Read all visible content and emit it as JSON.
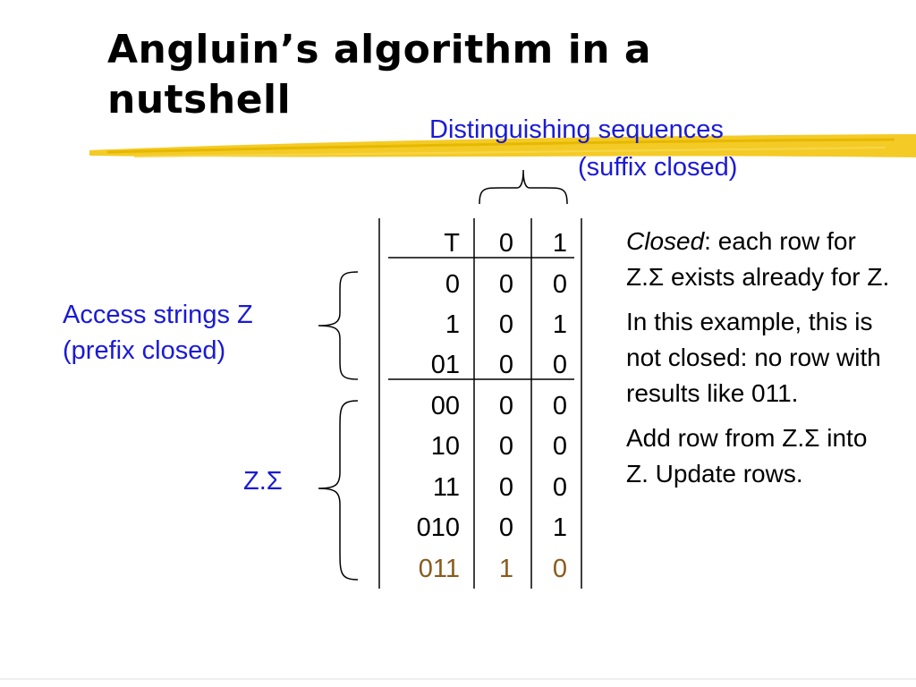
{
  "title": {
    "line1": "Angluin’s algorithm in a",
    "line2": "nutshell"
  },
  "dist_label": {
    "line1": "Distinguishing sequences",
    "line2": "(suffix closed)"
  },
  "access_label": {
    "line1": "Access strings Z",
    "line2": "(prefix closed)"
  },
  "zsigma_label": "Z.Σ",
  "table": {
    "header": [
      "T",
      "0",
      "1"
    ],
    "rows": [
      [
        "0",
        "0",
        "0"
      ],
      [
        "1",
        "0",
        "1"
      ],
      [
        "01",
        "0",
        "0"
      ],
      [
        "00",
        "0",
        "0"
      ],
      [
        "10",
        "0",
        "0"
      ],
      [
        "11",
        "0",
        "0"
      ],
      [
        "010",
        "0",
        "1"
      ],
      [
        "011",
        "1",
        "0"
      ]
    ]
  },
  "notes": {
    "p1_italic": "Closed",
    "p1_rest": ": each row for Z.Σ exists already for Z.",
    "p2": "In this example, this is not closed: no row with results like 011.",
    "p3": "Add row from Z.Σ into Z. Update rows."
  },
  "colors": {
    "blue_text": "#1a1ad6",
    "highlight_row": "#8a5a1e",
    "highlighter": "#f2c200"
  }
}
